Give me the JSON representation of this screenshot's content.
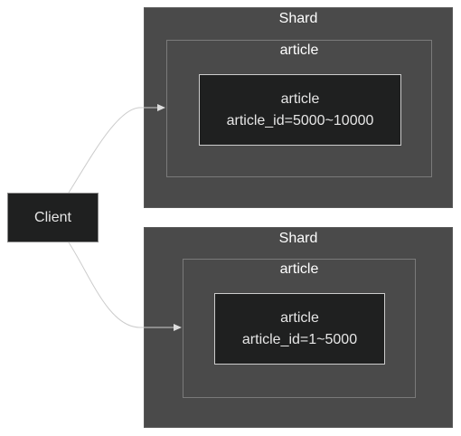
{
  "client": {
    "label": "Client"
  },
  "shards": [
    {
      "title": "Shard",
      "group": {
        "title": "article",
        "node": {
          "line1": "article",
          "line2": "article_id=5000~10000"
        }
      }
    },
    {
      "title": "Shard",
      "group": {
        "title": "article",
        "node": {
          "line1": "article",
          "line2": "article_id=1~5000"
        }
      }
    }
  ],
  "colors": {
    "shard_bg": "#4a4a4a",
    "node_bg": "#1f2020",
    "edge": "#cccccc"
  }
}
